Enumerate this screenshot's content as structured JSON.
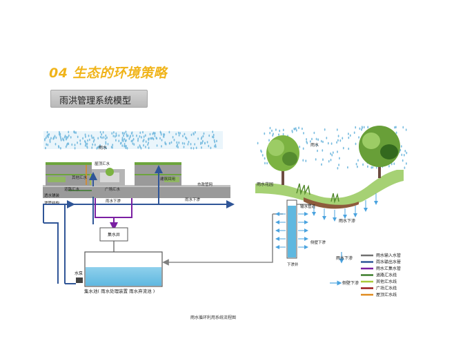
{
  "title": "04  生态的环境策略",
  "subtitle": "雨洪管理系统模型",
  "labels": {
    "rain_left": "雨水",
    "rain_right": "雨水",
    "roof_runoff": "屋顶汇水",
    "other_runoff": "其他汇水",
    "road_runoff": "道路汇水",
    "plaza_runoff": "广场汇水",
    "building_use": "建筑回用",
    "municipal_network": "市政管网",
    "permeable_paving": "透水铺装",
    "infiltration_well": "渗管结构",
    "rain_infiltration_1": "雨水下渗",
    "rain_infiltration_2": "雨水下渗",
    "collection_well": "集水井",
    "pump": "水泵",
    "tank_caption": "集水池( 雨水处理装置 雨水弃流池 )",
    "rain_garden": "雨水花园",
    "output_channel": "输水管道",
    "side_seepage": "侧壁下渗",
    "seepage_well": "下渗井",
    "garden_infiltration": "雨水下渗"
  },
  "legend": [
    {
      "label": "雨水输入水管",
      "color": "#707070"
    },
    {
      "label": "雨水输出水管",
      "color": "#2f5597"
    },
    {
      "label": "雨水汇集水管",
      "color": "#7a1fa2"
    },
    {
      "label": "道路汇水线",
      "color": "#3b7d2b"
    },
    {
      "label": "其他汇水线",
      "color": "#a8c938"
    },
    {
      "label": "广场汇水线",
      "color": "#9b1c1c"
    },
    {
      "label": "屋顶汇水线",
      "color": "#e08a1e"
    }
  ],
  "legend_side": {
    "rain_down": "雨水下渗",
    "side_seep": "侧壁下渗"
  },
  "caption": "雨水循环利用系统流程图"
}
